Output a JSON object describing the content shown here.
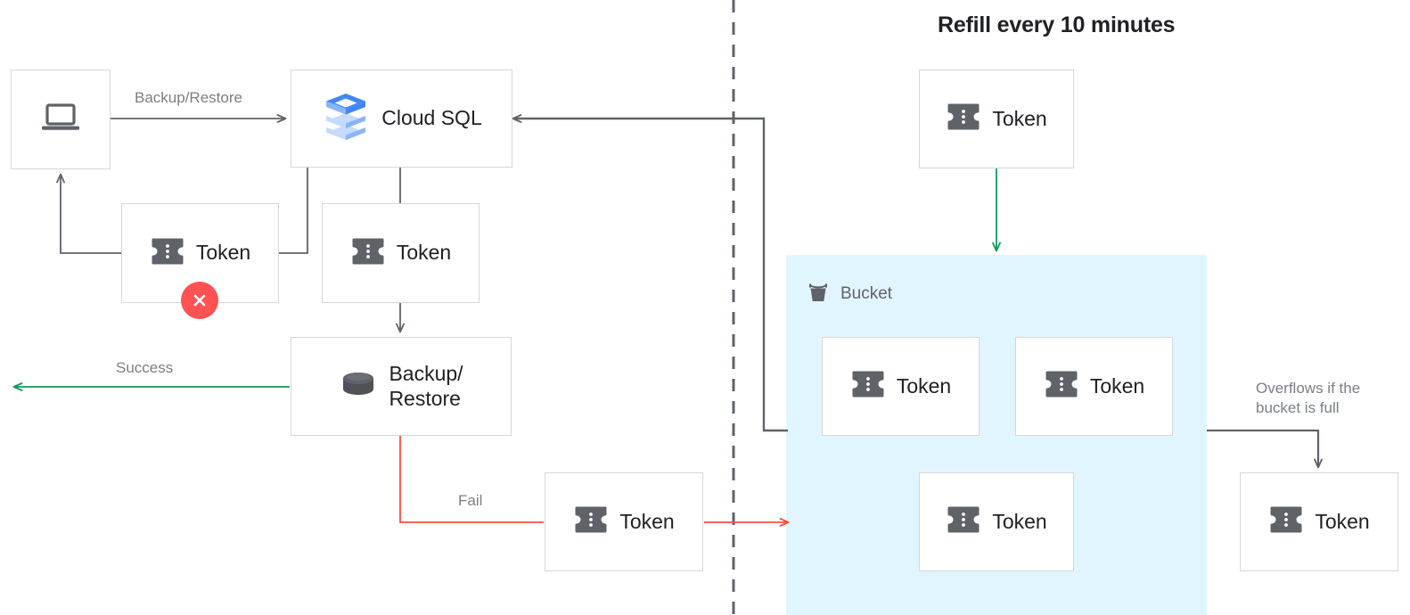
{
  "title": "Refill every 10 minutes",
  "colors": {
    "bucket_fill": "#e1f5fe",
    "arrow_gray": "#5f6368",
    "arrow_green": "#0f9d58",
    "arrow_red": "#f4513b",
    "error_badge": "#ff5252",
    "token_icon": "#5f6368",
    "box_border": "#d6d6d6",
    "label_text": "#7a7f85",
    "cloudsql_blue_dark": "#4285f4",
    "cloudsql_blue_mid": "#8ab4f8",
    "cloudsql_blue_light": "#c6dafc"
  },
  "nodes": {
    "client": {
      "label": "",
      "icon": "laptop-icon"
    },
    "cloud_sql": {
      "label": "Cloud SQL",
      "icon": "cloud-sql-icon"
    },
    "token_failed": {
      "label": "Token",
      "icon": "token-icon",
      "badge": "error-x-badge"
    },
    "token_consumed": {
      "label": "Token",
      "icon": "token-icon"
    },
    "backup_restore": {
      "label": "Backup/\nRestore",
      "icon": "database-icon"
    },
    "token_fail_return": {
      "label": "Token",
      "icon": "token-icon"
    },
    "token_refill": {
      "label": "Token",
      "icon": "token-icon"
    },
    "token_bucket_1": {
      "label": "Token",
      "icon": "token-icon"
    },
    "token_bucket_2": {
      "label": "Token",
      "icon": "token-icon"
    },
    "token_bucket_3": {
      "label": "Token",
      "icon": "token-icon"
    },
    "token_overflow": {
      "label": "Token",
      "icon": "token-icon"
    }
  },
  "bucket": {
    "caption": "Bucket",
    "icon": "bucket-icon"
  },
  "edge_labels": {
    "backup_restore": "Backup/Restore",
    "success": "Success",
    "fail": "Fail",
    "overflow": "Overflows if the\nbucket is full"
  }
}
